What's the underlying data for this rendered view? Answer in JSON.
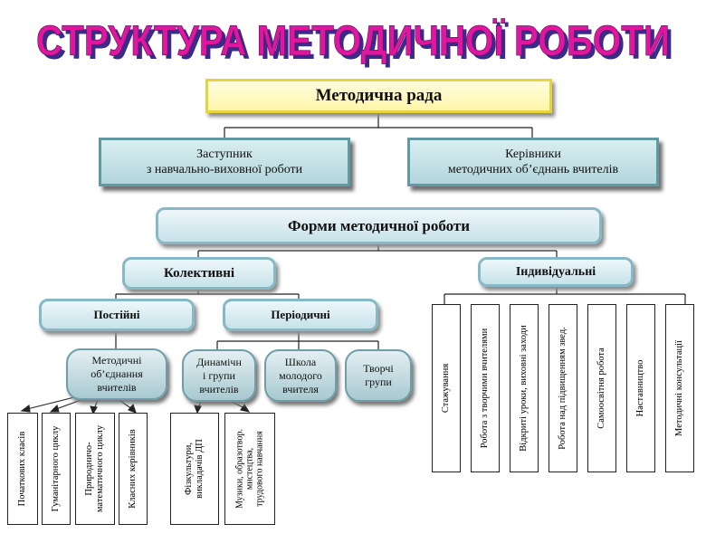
{
  "title": "СТРУКТУРА  МЕТОДИЧНОЇ  РОБОТИ",
  "nodes": {
    "council": "Методична рада",
    "deputy": "Заступник\nз навчально-виховної роботи",
    "heads": "Керівники\nметодичних об’єднань вчителів",
    "forms": "Форми методичної роботи",
    "collective": "Колективні",
    "individual": "Індивідуальні",
    "permanent": "Постійні",
    "periodic": "Періодичні",
    "method_assoc": "Методичні\nоб’єднання\nвчителів",
    "dynamic_groups": "Динамічн\nі групи\nвчителів",
    "young_teacher_school": "Школа\nмолодого\nвчителя",
    "creative_groups": "Творчі\nгрупи"
  },
  "assoc_items": [
    "Початкових класів",
    "Гуманітарного циклу",
    "Природничо-\nматематичного циклу",
    "Класних керівників"
  ],
  "dynamic_items": [
    "Фізкультури,\nвикладачів ДП",
    "Музики, образотвор.\nмистецтва,\nтрудового навчання"
  ],
  "individual_items": [
    "Стажування",
    "Робота з творчими вчителями",
    "Відкриті уроки, виховні заходи",
    "Робота над підвищенням звед.",
    "Самоосвітня робота",
    "Наставництво",
    "Методичні консультації"
  ],
  "colors": {
    "title_fill": "#e0179e",
    "title_shadow": "#3a2a8a",
    "top_border": "#e4d53c",
    "teal": "#5f9aa3"
  }
}
